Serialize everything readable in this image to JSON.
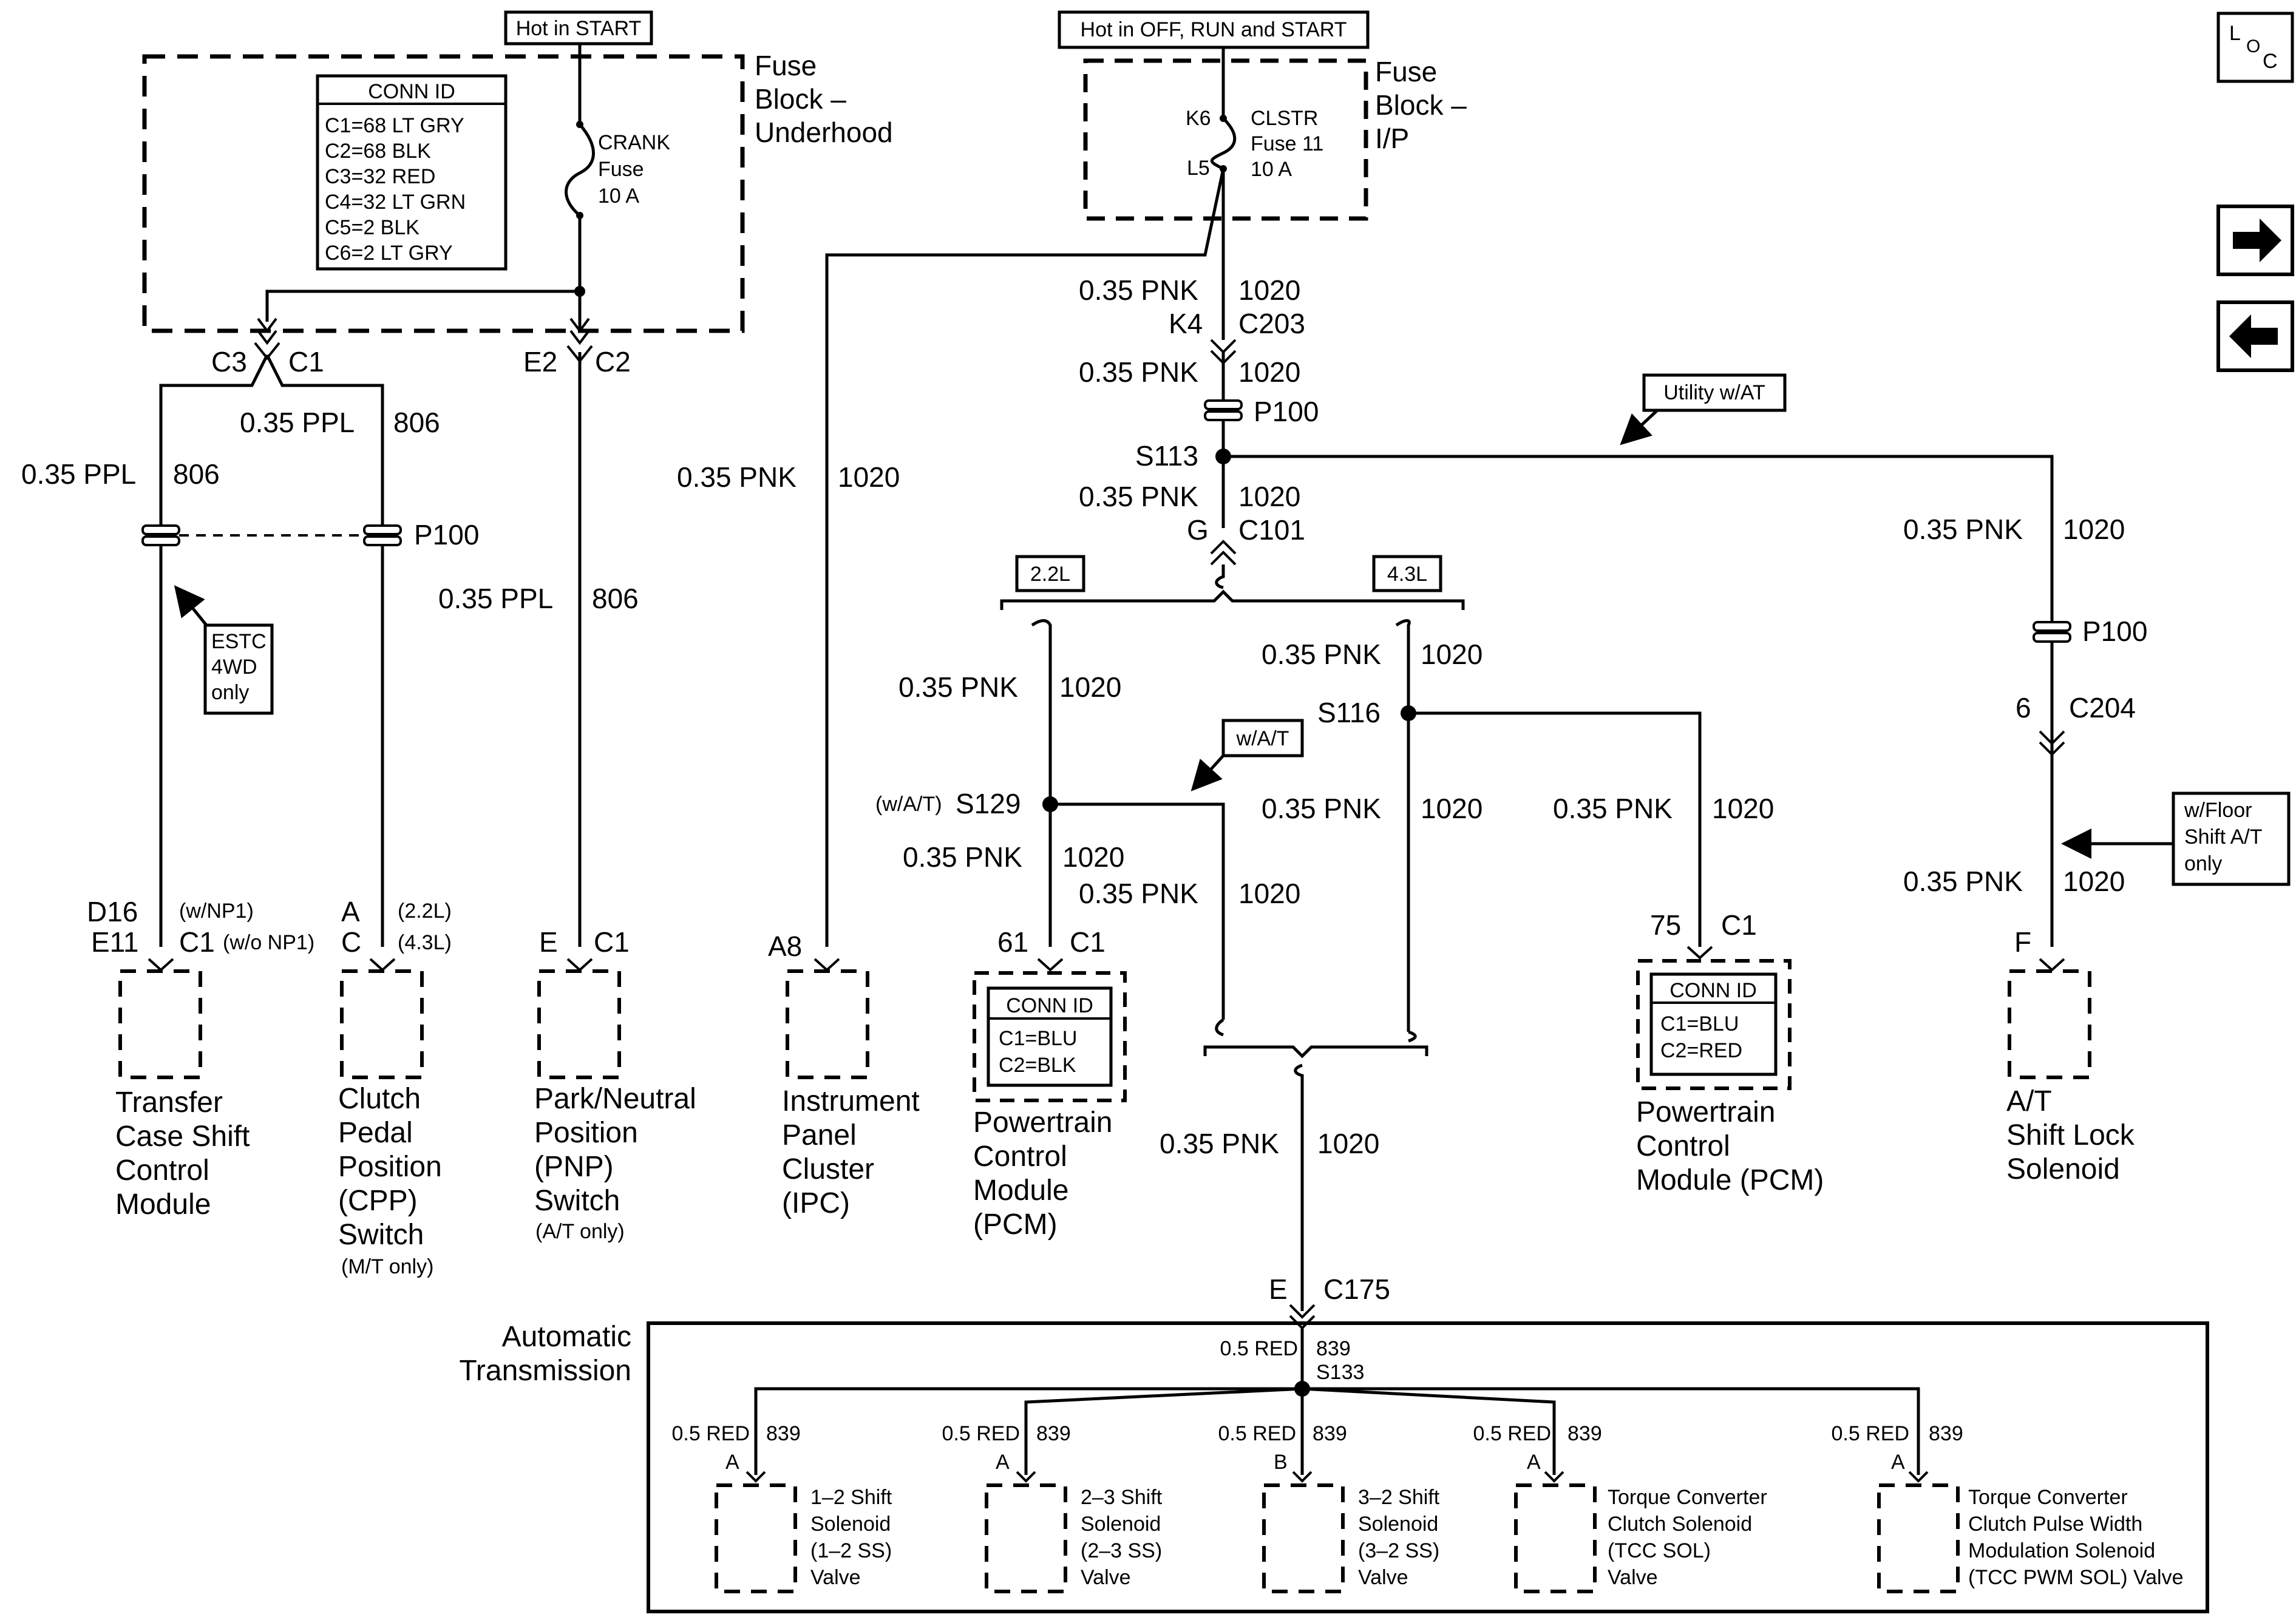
{
  "fuse_underhood": {
    "hot_label": "Hot in START",
    "title": [
      "Fuse",
      "Block –",
      "Underhood"
    ],
    "conn_title": "CONN ID",
    "conn_rows": [
      "C1=68 LT GRY",
      "C2=68 BLK",
      "C3=32 RED",
      "C4=32 LT GRN",
      "C5=2 BLK",
      "C6=2 LT GRY"
    ],
    "fuse": [
      "CRANK",
      "Fuse",
      "10 A"
    ],
    "c3": "C3",
    "c1": "C1",
    "e2": "E2",
    "c2": "C2"
  },
  "fuse_ip": {
    "hot_label": "Hot in OFF, RUN and START",
    "title": [
      "Fuse",
      "Block –",
      "I/P"
    ],
    "k6": "K6",
    "l5": "L5",
    "fuse": [
      "CLSTR",
      "Fuse 11",
      "10 A"
    ]
  },
  "loc_icon": {
    "l": "L",
    "o": "O",
    "c": "C"
  },
  "wires": {
    "ppl_gauge": "0.35 PPL",
    "ppl_circuit": "806",
    "pnk_gauge": "0.35 PNK",
    "pnk_circuit": "1020",
    "red_gauge": "0.5 RED",
    "red_circuit": "839"
  },
  "connectors": {
    "p100": "P100",
    "k4": "K4",
    "c203": "C203",
    "s113": "S113",
    "g": "G",
    "c101": "C101",
    "s116": "S116",
    "s129": "S129",
    "s129_note": "(w/A/T)",
    "six": "6",
    "c204": "C204",
    "e": "E",
    "c175": "C175",
    "s133": "S133"
  },
  "notes": {
    "estc": [
      "ESTC",
      "4WD",
      "only"
    ],
    "utility": "Utility w/AT",
    "engine_22": "2.2L",
    "engine_43": "4.3L",
    "wat": "w/A/T",
    "floor_shift": [
      "w/Floor",
      "Shift A/T",
      "only"
    ]
  },
  "components": {
    "transfer_case": {
      "pins": [
        "D16",
        "E11",
        "C1"
      ],
      "notes": [
        "(w/NP1)",
        "(w/o NP1)"
      ],
      "name": [
        "Transfer",
        "Case Shift",
        "Control",
        "Module"
      ]
    },
    "cpp": {
      "pins": [
        "A",
        "C"
      ],
      "notes": [
        "(2.2L)",
        "(4.3L)"
      ],
      "name": [
        "Clutch",
        "Pedal",
        "Position",
        "(CPP)",
        "Switch"
      ],
      "sub": "(M/T only)"
    },
    "pnp": {
      "pins": [
        "E",
        "C1"
      ],
      "name": [
        "Park/Neutral",
        "Position",
        "(PNP)",
        "Switch"
      ],
      "sub": "(A/T only)"
    },
    "ipc": {
      "pin": "A8",
      "name": [
        "Instrument",
        "Panel",
        "Cluster",
        "(IPC)"
      ]
    },
    "pcm_22": {
      "pins": [
        "61",
        "C1"
      ],
      "conn_title": "CONN ID",
      "conn_rows": [
        "C1=BLU",
        "C2=BLK"
      ],
      "name": [
        "Powertrain",
        "Control",
        "Module",
        "(PCM)"
      ]
    },
    "pcm_43": {
      "pins": [
        "75",
        "C1"
      ],
      "conn_title": "CONN ID",
      "conn_rows": [
        "C1=BLU",
        "C2=RED"
      ],
      "name": [
        "Powertrain",
        "Control",
        "Module (PCM)"
      ]
    },
    "shift_lock": {
      "pin": "F",
      "name": [
        "A/T",
        "Shift Lock",
        "Solenoid"
      ]
    }
  },
  "transmission": {
    "title": [
      "Automatic",
      "Transmission"
    ],
    "solenoids": [
      {
        "pin": "A",
        "name": [
          "1–2 Shift",
          "Solenoid",
          "(1–2 SS)",
          "Valve"
        ]
      },
      {
        "pin": "A",
        "name": [
          "2–3 Shift",
          "Solenoid",
          "(2–3 SS)",
          "Valve"
        ]
      },
      {
        "pin": "B",
        "name": [
          "3–2 Shift",
          "Solenoid",
          "(3–2 SS)",
          "Valve"
        ]
      },
      {
        "pin": "A",
        "name": [
          "Torque Converter",
          "Clutch Solenoid",
          "(TCC SOL)",
          "Valve"
        ]
      },
      {
        "pin": "A",
        "name": [
          "Torque Converter",
          "Clutch Pulse Width",
          "Modulation Solenoid",
          "(TCC PWM SOL) Valve"
        ]
      }
    ]
  },
  "nav": {
    "next_icon": "arrow-right-icon",
    "prev_icon": "arrow-left-icon"
  }
}
